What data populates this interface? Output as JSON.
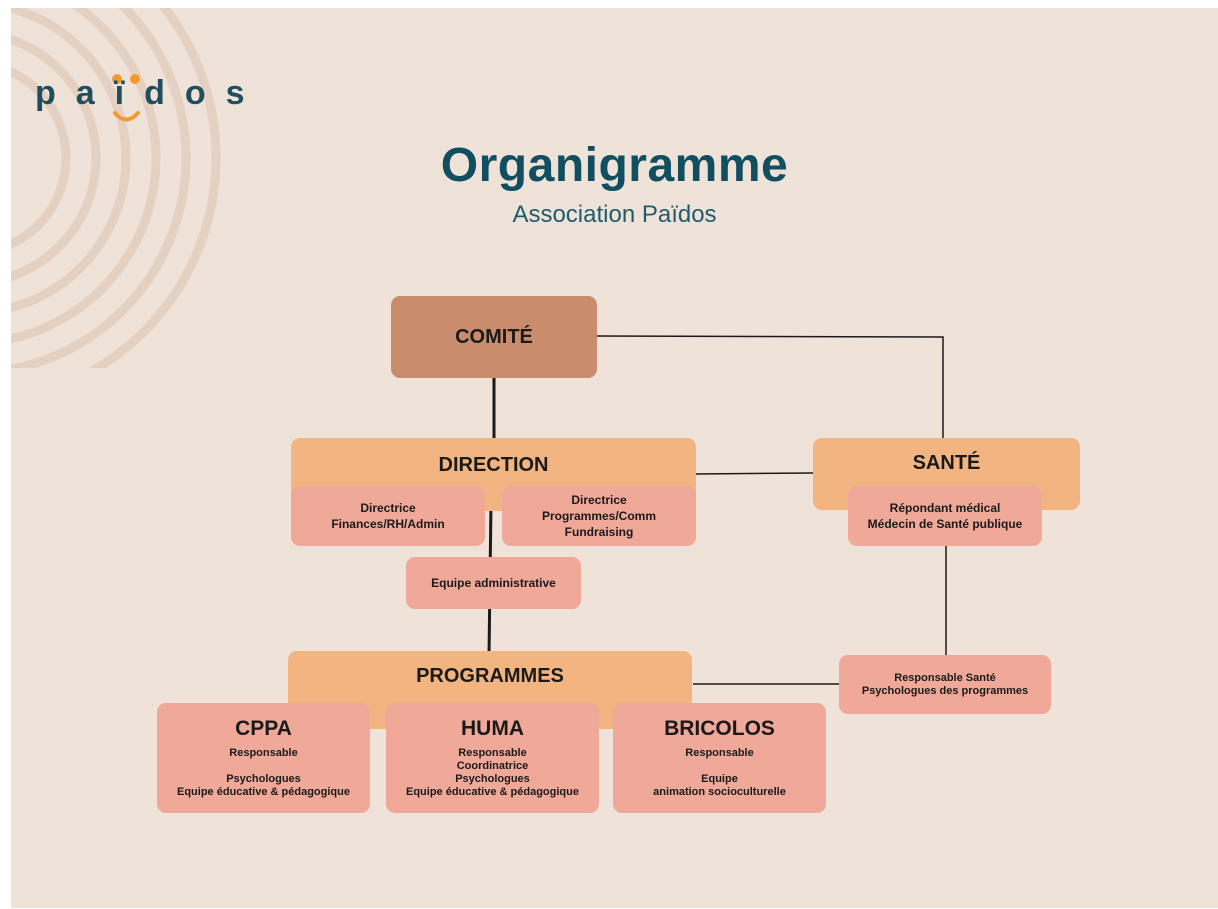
{
  "logo": {
    "text": "païdos"
  },
  "header": {
    "title": "Organigramme",
    "subtitle": "Association Païdos"
  },
  "org": {
    "comite": "COMITÉ",
    "direction": {
      "label": "DIRECTION",
      "directrice_finances": [
        "Directrice",
        "Finances/RH/Admin"
      ],
      "directrice_programmes": [
        "Directrice",
        "Programmes/Comm",
        "Fundraising"
      ],
      "equipe_admin": "Equipe administrative"
    },
    "sante": {
      "label": "SANTÉ",
      "repondant": [
        "Répondant médical",
        "Médecin de Santé publique"
      ],
      "responsable_sante": [
        "Responsable Santé",
        "Psychologues des programmes"
      ]
    },
    "programmes": {
      "label": "PROGRAMMES",
      "cppa": {
        "title": "CPPA",
        "line1": "Responsable",
        "line2": "Psychologues",
        "line3": "Equipe éducative & pédagogique"
      },
      "huma": {
        "title": "HUMA",
        "line1": "Responsable",
        "line2": "Coordinatrice",
        "line3": "Psychologues",
        "line4": "Equipe éducative & pédagogique"
      },
      "bricolos": {
        "title": "BRICOLOS",
        "line1": "Responsable",
        "line2": "Equipe",
        "line3": "animation socioculturelle"
      }
    }
  },
  "colors": {
    "background": "#efe3d9",
    "comite": "#c98c6d",
    "orange": "#f2b582",
    "pink": "#f0a898",
    "title": "#104e60",
    "logo_accent": "#f29a2e"
  }
}
